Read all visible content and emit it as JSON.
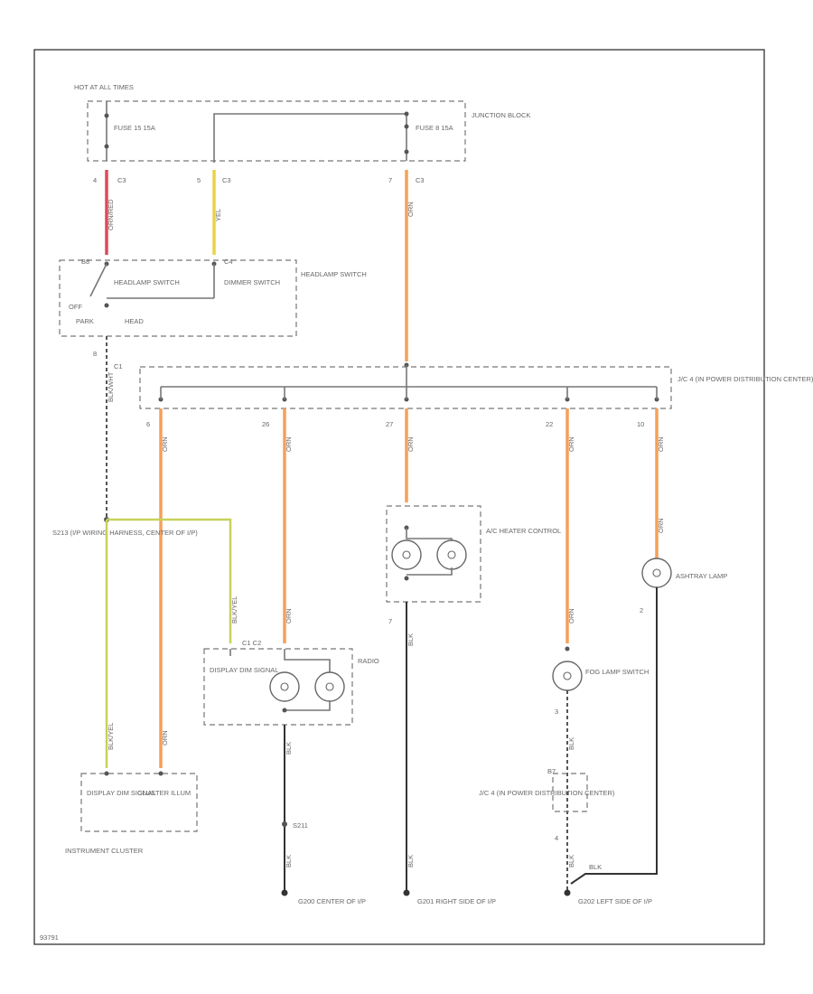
{
  "labels": {
    "hot_at_all_times": "HOT AT ALL TIMES",
    "junction_block": "JUNCTION BLOCK",
    "fuse_left": "FUSE 15 15A",
    "fuse_right": "FUSE 8 15A",
    "headlamp_switch_box": "HEADLAMP SWITCH",
    "headlamp_switch": "HEADLAMP SWITCH",
    "dimmer_switch": "DIMMER SWITCH",
    "off": "OFF",
    "park": "PARK",
    "head": "HEAD",
    "jc_upper": "J/C 4 (IN POWER DISTRIBUTION CENTER)",
    "splice_s213": "S213 (I/P WIRING HARNESS, CENTER OF I/P)",
    "ac_heater_control": "A/C HEATER CONTROL",
    "ashtray_lamp": "ASHTRAY LAMP",
    "radio": "RADIO",
    "display_dim_signal_radio": "DISPLAY DIM SIGNAL",
    "fog_lamp_switch": "FOG LAMP SWITCH",
    "jc_lower": "J/C 4 (IN POWER DISTRIBUTION CENTER)",
    "display_dim_signal_cluster": "DISPLAY DIM SIGNAL",
    "cluster_illum": "CLUSTER ILLUM",
    "instrument_cluster": "INSTRUMENT CLUSTER",
    "splice_s211": "S211",
    "g200": "G200 CENTER OF I/P",
    "g201": "G201 RIGHT SIDE OF I/P",
    "g202": "G202 LEFT SIDE OF I/P",
    "diagram_id": "93791"
  },
  "connectors": {
    "c3_left": "C3",
    "c3_mid": "C3",
    "c3_right": "C3",
    "pin_c3_left": "4",
    "pin_c3_mid": "5",
    "pin_c3_right": "7",
    "pin_b8": "B8",
    "pin_c4": "C4",
    "pin_c1": "C1",
    "pin_8": "8",
    "jc_pins": [
      "6",
      "26",
      "27",
      "22",
      "10"
    ],
    "ac_pin": "7",
    "ash_pin": "2",
    "fog_pin_a": "3",
    "fog_pin_b": "B7",
    "fog_pin_c": "4",
    "radio_pins": "C1 C2"
  },
  "wires": {
    "orn_red": "ORN/RED",
    "yel": "YEL",
    "orn": "ORN",
    "blk_wht": "BLK/WHT",
    "blk_yel": "BLK/YEL",
    "blk": "BLK"
  },
  "colors": {
    "orange": "#f5a05a",
    "yellow": "#e8d34a",
    "red": "#e04a5a",
    "green": "#c7d15b"
  }
}
